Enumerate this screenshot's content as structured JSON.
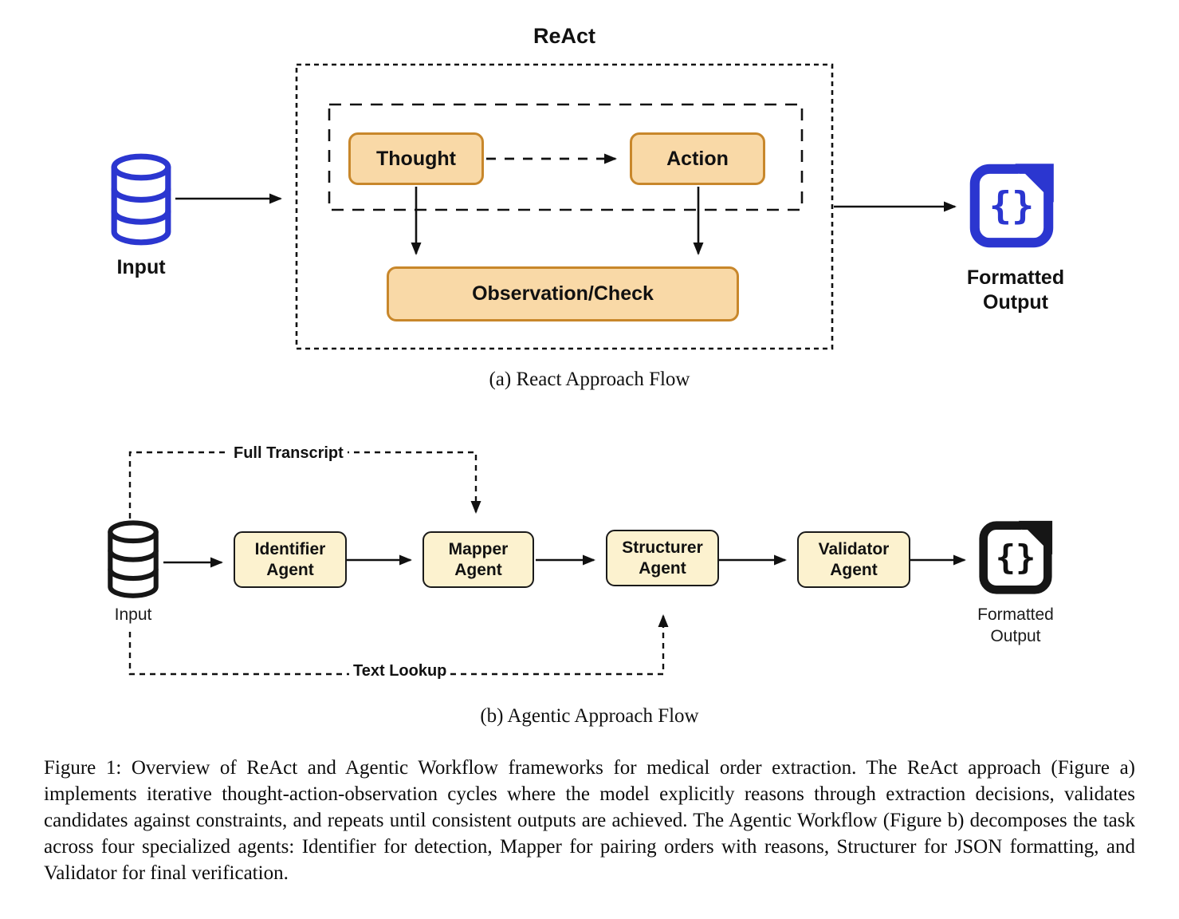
{
  "colors": {
    "accent_blue": "#2B36D0",
    "orange_fill": "#F9D9A7",
    "orange_border": "#C8872B",
    "yellow_fill": "#FCF2CF",
    "yellow_border": "#1A1A1A",
    "ink": "#111111"
  },
  "panel_a": {
    "title": "ReAct",
    "input_label": "Input",
    "thought_label": "Thought",
    "action_label": "Action",
    "observation_label": "Observation/Check",
    "output_icon_glyph": "{}",
    "output_label_line1": "Formatted",
    "output_label_line2": "Output",
    "caption": "(a) React Approach Flow"
  },
  "panel_b": {
    "full_transcript_label": "Full Transcript",
    "text_lookup_label": "Text Lookup",
    "input_label": "Input",
    "agents": [
      {
        "line1": "Identifier",
        "line2": "Agent"
      },
      {
        "line1": "Mapper",
        "line2": "Agent"
      },
      {
        "line1": "Structurer",
        "line2": "Agent"
      },
      {
        "line1": "Validator",
        "line2": "Agent"
      }
    ],
    "output_icon_glyph": "{}",
    "output_label_line1": "Formatted",
    "output_label_line2": "Output",
    "caption": "(b) Agentic Approach Flow"
  },
  "figure_caption": "Figure 1: Overview of ReAct and Agentic Workflow frameworks for medical order extraction. The ReAct approach (Figure a) implements iterative thought-action-observation cycles where the model explicitly reasons through extraction decisions, validates candidates against constraints, and repeats until consistent outputs are achieved. The Agentic Workflow (Figure b) decomposes the task across four specialized agents: Identifier for detection, Mapper for pairing orders with reasons, Structurer for JSON formatting, and Validator for final verification."
}
